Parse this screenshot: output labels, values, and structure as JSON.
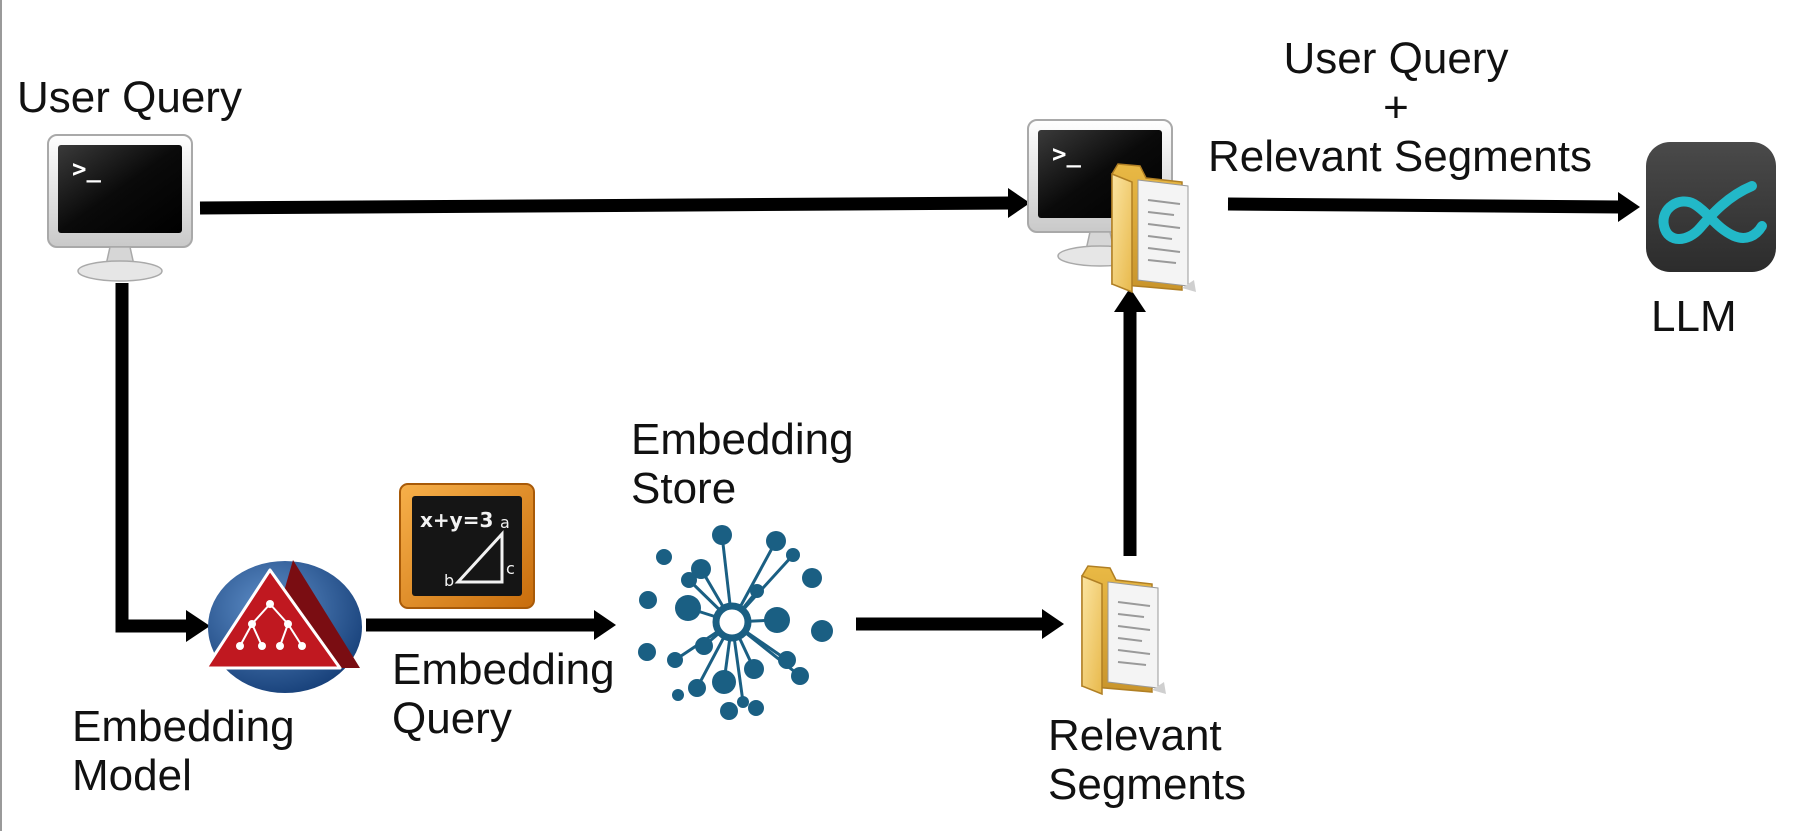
{
  "labels": {
    "user_query": "User Query",
    "embedding_model": [
      "Embedding",
      "Model"
    ],
    "embedding_query": [
      "Embedding",
      "Query"
    ],
    "embedding_store": [
      "Embedding",
      "Store"
    ],
    "relevant_segments": [
      "Relevant",
      "Segments"
    ],
    "combined": [
      "User Query",
      "+",
      "Relevant Segments"
    ],
    "llm": "LLM"
  },
  "chalkboard": {
    "equation": "x+y=3",
    "vertex_a": "a",
    "vertex_b": "b",
    "vertex_c": "c"
  },
  "terminal_prompt": ">_",
  "icons": {
    "user_terminal": "computer-terminal-icon",
    "embedding_model": "model-triangle-icon",
    "embedding_query": "chalkboard-math-icon",
    "embedding_store": "network-cluster-icon",
    "relevant_segments": "folder-documents-icon",
    "combined": "terminal-with-folder-icon",
    "llm": "llm-app-icon"
  },
  "colors": {
    "arrow": "#000000",
    "store_node": "#1a5f83",
    "model_red": "#b3141c",
    "model_blue": "#1b4f8c",
    "llm_bg": "#3e3e3e",
    "llm_symbol": "#22b8c8",
    "folder": "#f1c75a",
    "chalkboard_frame": "#e28a16"
  }
}
